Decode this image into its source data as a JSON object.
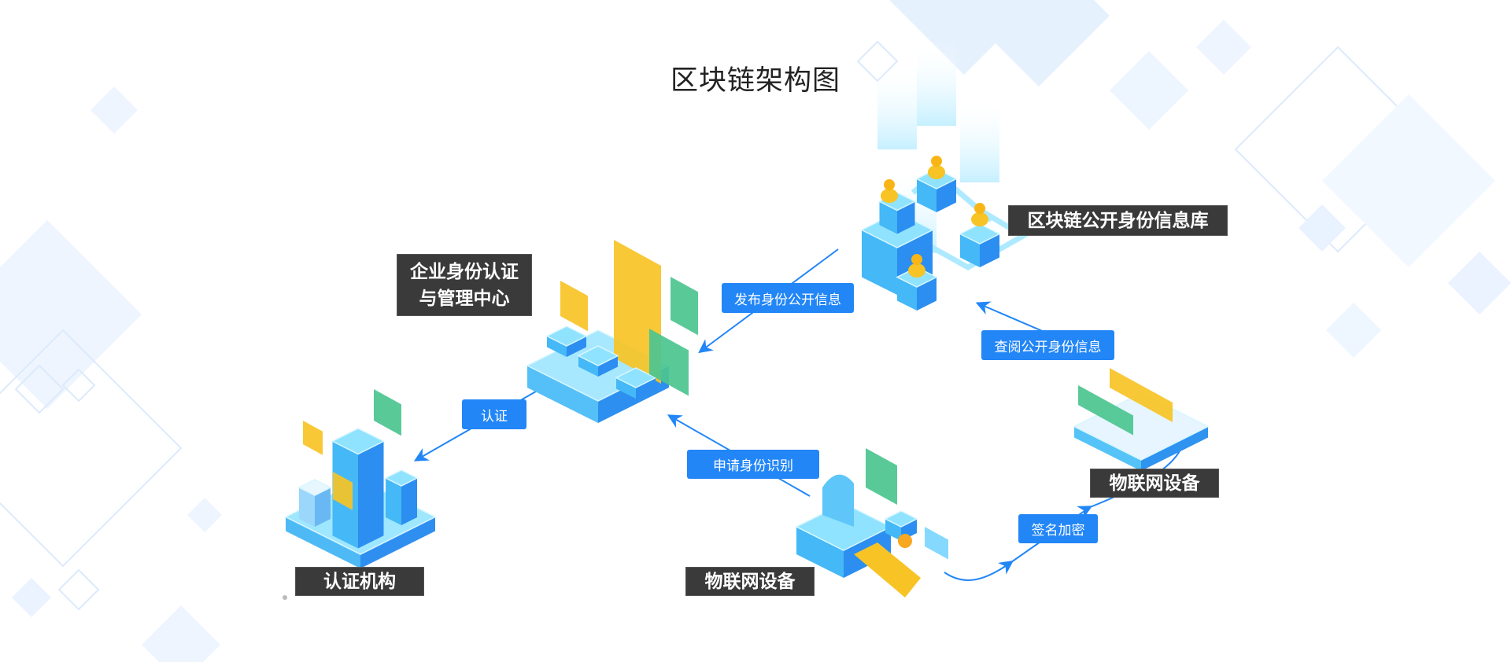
{
  "title": "区块链架构图",
  "nodes": {
    "enterprise_center": "企业身份认证\n与管理中心",
    "enterprise_line1": "企业身份认证",
    "enterprise_line2": "与管理中心",
    "blockchain_db": "区块链公开身份信息库",
    "iot_right": "物联网设备",
    "iot_bottom": "物联网设备",
    "cert_org": "认证机构"
  },
  "edges": {
    "publish": "发布身份公开信息",
    "certify": "认证",
    "apply": "申请身份识别",
    "query": "查阅公开身份信息",
    "sign": "签名加密"
  },
  "colors": {
    "accent": "#2286f7",
    "label_bg": "#3a3a3a",
    "block_top": "#8fe3ff",
    "block_left": "#45b8f7",
    "block_right": "#2b8ef0",
    "gold": "#f7c325",
    "green": "#4cc48f",
    "bg_shape": "#e6f1fe"
  }
}
